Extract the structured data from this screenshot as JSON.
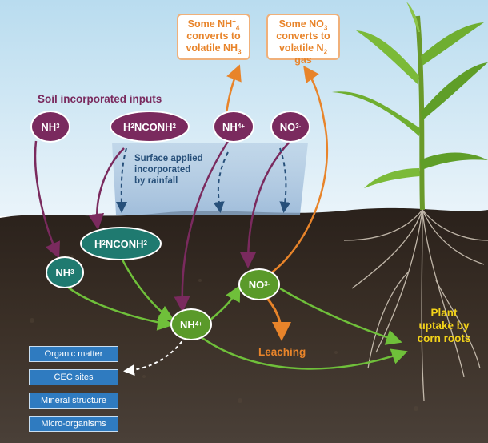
{
  "callouts": {
    "nh4_volatile": {
      "l1": "Some NH",
      "l1_sup": "+",
      "l1_sub": "4",
      "l2": "converts to",
      "l3": "volatile NH",
      "l3_sub": "3"
    },
    "no3_volatile": {
      "l1": "Some NO",
      "l1_sub": "3",
      "l2": "converts to",
      "l3": "volatile N",
      "l3_sub": "2",
      "l3_tail": " gas"
    }
  },
  "labels": {
    "soil_inputs": "Soil incorporated inputs",
    "surface_applied": [
      "Surface applied",
      "incorporated",
      "by rainfall"
    ],
    "leaching": "Leaching",
    "plant_uptake": [
      "Plant",
      "uptake by",
      "corn roots"
    ]
  },
  "nodes": {
    "top_nh3": {
      "base": "NH",
      "sub": "3"
    },
    "top_urea": {
      "a": "H",
      "a_sub": "2",
      "b": "NCONH",
      "b_sub": "2"
    },
    "top_nh4": {
      "base": "NH",
      "sub": "4",
      "sup": "+"
    },
    "top_no3": {
      "base": "NO",
      "sub": "3",
      "sup": "-"
    },
    "soil_urea": {
      "a": "H",
      "a_sub": "2",
      "b": "NCONH",
      "b_sub": "2"
    },
    "soil_nh3": {
      "base": "NH",
      "sub": "3"
    },
    "soil_nh4": {
      "base": "NH",
      "sub": "4",
      "sup": "+"
    },
    "soil_no3": {
      "base": "NO",
      "sub": "3",
      "sup": "-"
    }
  },
  "pools": [
    "Organic matter",
    "CEC sites",
    "Mineral structure",
    "Micro-organisms"
  ],
  "colors": {
    "sky": "#cfe6f3",
    "soil": "#3a2f26",
    "purple": "#7a2a5e",
    "teal": "#1f7a70",
    "green": "#5a9a2a",
    "orange": "#e8842a",
    "blue_box": "#2f7bc0",
    "plant_text": "#f2d21a",
    "dashed_blue": "#27507a"
  }
}
